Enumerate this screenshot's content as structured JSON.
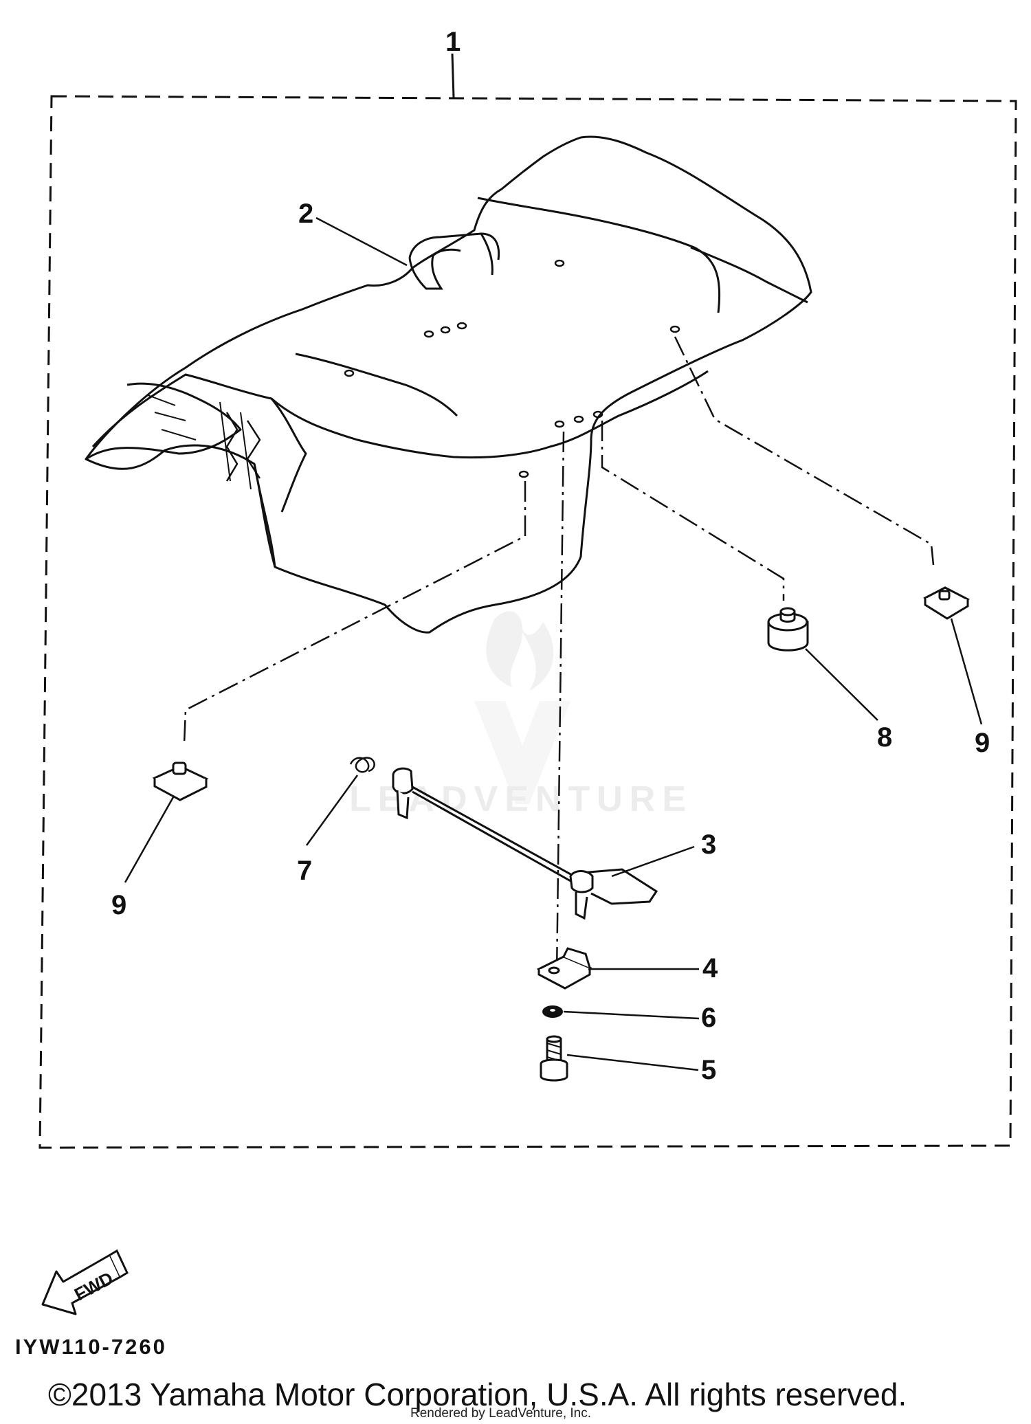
{
  "callouts": {
    "assembly": "1",
    "part_2": "2",
    "part_3": "3",
    "part_4": "4",
    "part_5": "5",
    "part_6": "6",
    "part_7": "7",
    "part_8": "8",
    "part_9_right": "9",
    "part_9_left": "9"
  },
  "fwd_label": "FWD",
  "diagram_code": "IYW110-7260",
  "copyright": "©2013 Yamaha Motor Corporation, U.S.A. All rights reserved.",
  "rendered_by": "Rendered by LeadVenture, Inc.",
  "watermark": "LEADVENTURE",
  "colors": {
    "ink": "#111111",
    "watermark": "#e8e8e8",
    "background": "#ffffff"
  }
}
